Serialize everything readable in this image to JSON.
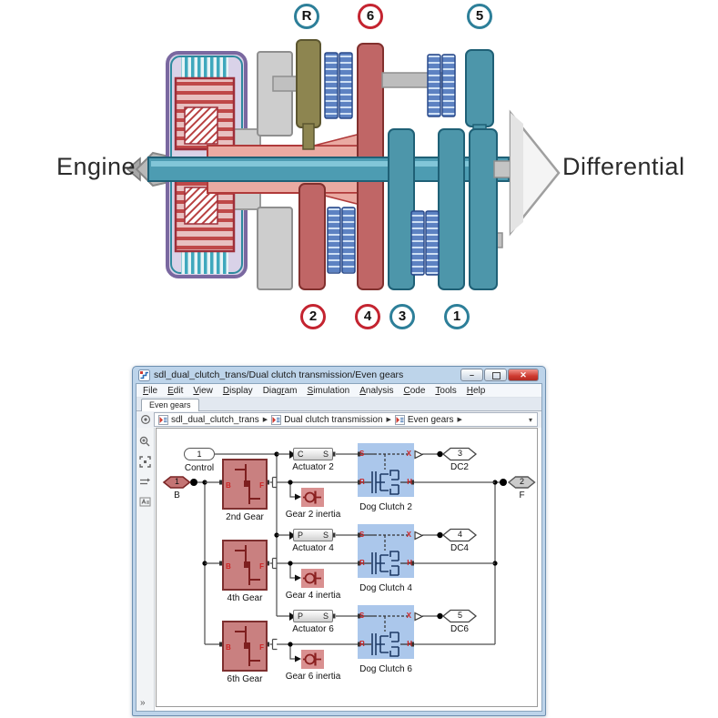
{
  "colors": {
    "teal_ring": "#2d7f99",
    "red_ring": "#c42430",
    "olive_gear": "#8d8550",
    "teal_shaft": "#4d9cb2",
    "pink_shaft": "#eaaaa2",
    "red_gear": "#c06666",
    "housing_purple": "#7a68a0",
    "titlebar_blue": "#bdd4ea",
    "close_red": "#cf3a30",
    "gear_block": "#c98080",
    "clutch_block": "#abc7eb",
    "inertia_block": "#d99090",
    "port_letter_red": "#cc2222",
    "wire": "#4d4d4d"
  },
  "illustration": {
    "engine_label": "Engine",
    "differential_label": "Differential",
    "top_gear_labels": [
      {
        "text": "R",
        "ring": "#2d7f99"
      },
      {
        "text": "6",
        "ring": "#c42430"
      },
      {
        "text": "5",
        "ring": "#2d7f99"
      }
    ],
    "bottom_gear_labels": [
      {
        "text": "2",
        "ring": "#c42430"
      },
      {
        "text": "4",
        "ring": "#c42430"
      },
      {
        "text": "3",
        "ring": "#2d7f99"
      },
      {
        "text": "1",
        "ring": "#2d7f99"
      }
    ]
  },
  "window": {
    "title": "sdl_dual_clutch_trans/Dual clutch transmission/Even gears",
    "controls": {
      "minimize_glyph": "–",
      "close_glyph": "✕"
    },
    "menu_items": [
      {
        "label": "File",
        "underline": 0
      },
      {
        "label": "Edit",
        "underline": 0
      },
      {
        "label": "View",
        "underline": 0
      },
      {
        "label": "Display",
        "underline": 0
      },
      {
        "label": "Diagram",
        "underline": 4
      },
      {
        "label": "Simulation",
        "underline": 0
      },
      {
        "label": "Analysis",
        "underline": 0
      },
      {
        "label": "Code",
        "underline": 0
      },
      {
        "label": "Tools",
        "underline": 0
      },
      {
        "label": "Help",
        "underline": 0
      }
    ],
    "tab": "Even gears",
    "breadcrumb": {
      "items": [
        "sdl_dual_clutch_trans",
        "Dual clutch transmission",
        "Even gears"
      ],
      "separator": "▶",
      "caret": "▾"
    },
    "rail_more": "»",
    "canvas": {
      "inport": {
        "number": "1",
        "label": "Control"
      },
      "conn_b": {
        "number": "1",
        "label": "B"
      },
      "conn_f": {
        "number": "2",
        "label": "F"
      },
      "rows": [
        {
          "gear_label": "2nd Gear",
          "gear_in": "B",
          "gear_out": "F",
          "act_label": "Actuator 2",
          "act_in": "C",
          "act_out": "S",
          "inertia_label": "Gear 2 inertia",
          "clutch_label": "Dog Clutch 2",
          "p_s": "S",
          "p_x": "X",
          "p_r": "R",
          "p_h": "H",
          "out_number": "3",
          "out_label": "DC2"
        },
        {
          "gear_label": "4th Gear",
          "gear_in": "B",
          "gear_out": "F",
          "act_label": "Actuator 4",
          "act_in": "P",
          "act_out": "S",
          "inertia_label": "Gear 4 inertia",
          "clutch_label": "Dog Clutch 4",
          "p_s": "S",
          "p_x": "X",
          "p_r": "R",
          "p_h": "H",
          "out_number": "4",
          "out_label": "DC4"
        },
        {
          "gear_label": "6th Gear",
          "gear_in": "B",
          "gear_out": "F",
          "act_label": "Actuator 6",
          "act_in": "P",
          "act_out": "S",
          "inertia_label": "Gear 6 inertia",
          "clutch_label": "Dog Clutch 6",
          "p_s": "S",
          "p_x": "X",
          "p_r": "R",
          "p_h": "H",
          "out_number": "5",
          "out_label": "DC6"
        }
      ]
    }
  }
}
